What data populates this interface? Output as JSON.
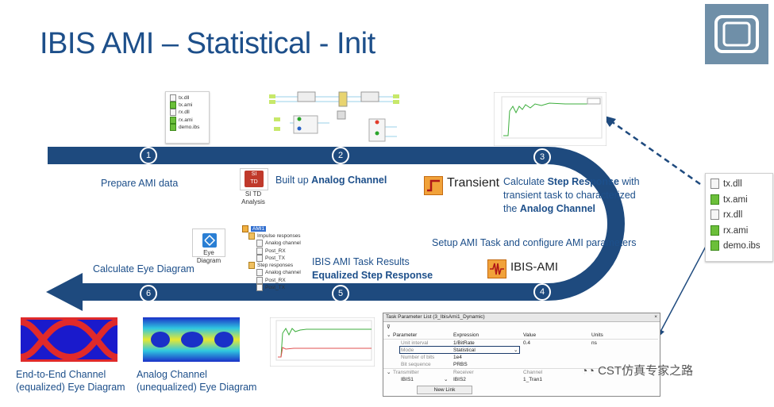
{
  "title": "IBIS AMI – Statistical - Init",
  "colors": {
    "arrow": "#1e4a7e",
    "text": "#1d4f8a",
    "logo": "#6f8fa8"
  },
  "steps": [
    {
      "num": "1",
      "label": "Prepare AMI data"
    },
    {
      "num": "2",
      "label_plain": "Built up ",
      "label_bold": "Analog Channel"
    },
    {
      "num": "3",
      "label_l1_plain": "Calculate ",
      "label_l1_bold": "Step Response",
      "label_l1_tail": " with",
      "label_l2": "transient task to characterized",
      "label_l3_plain": "the ",
      "label_l3_bold": "Analog Channel"
    },
    {
      "num": "4",
      "label": "Setup AMI Task and configure AMI parameters"
    },
    {
      "num": "5",
      "label_l1": "IBIS AMI Task Results",
      "label_l2": "Equalized Step Response"
    },
    {
      "num": "6",
      "label": "Calculate Eye Diagram"
    }
  ],
  "small_files": [
    "tx.dll",
    "tx.ami",
    "rx.dll",
    "rx.ami",
    "demo.ibs"
  ],
  "big_files": [
    "tx.dll",
    "tx.ami",
    "rx.dll",
    "rx.ami",
    "demo.ibs"
  ],
  "si_td": {
    "icon_top": "SI",
    "icon_bottom": "TD",
    "label_l1": "SI TD",
    "label_l2": "Analysis"
  },
  "transient_label": "Transient",
  "ibis_ami_label": "IBIS-AMI",
  "eye_icon": {
    "label_l1": "Eye",
    "label_l2": "Diagram"
  },
  "tree": {
    "root": "AMI1",
    "group1": "Impulse responses",
    "group1_items": [
      "Analog channel",
      "Post_RX",
      "Post_TX"
    ],
    "group2": "Step responses",
    "group2_items": [
      "Analog channel",
      "Post_RX",
      "Post_TX"
    ]
  },
  "eye_captions": {
    "left_l1": "End-to-End Channel",
    "left_l2": "(equalized) Eye Diagram",
    "right_l1": "Analog Channel",
    "right_l2": "(unequalized) Eye Diagram"
  },
  "panel": {
    "title": "Task Parameter List (3_IbisAmi1_Dynamic)",
    "headers": [
      "Parameter",
      "Expression",
      "Value",
      "Units"
    ],
    "rows": [
      [
        "Unit interval",
        "1/BitRate",
        "0.4",
        "ns"
      ],
      [
        "Mode",
        "Statistical",
        "",
        ""
      ],
      [
        "Number of bits",
        "1e4",
        "",
        ""
      ],
      [
        "Bit sequence",
        "PRBS",
        "",
        ""
      ]
    ],
    "tx_headers": [
      "Transmitter",
      "Receiver",
      "Channel"
    ],
    "tx_row": [
      "IBIS1",
      "IBIS2",
      "1_Tran1"
    ],
    "new_link": "New Link"
  },
  "watermark": "CST仿真专家之路"
}
